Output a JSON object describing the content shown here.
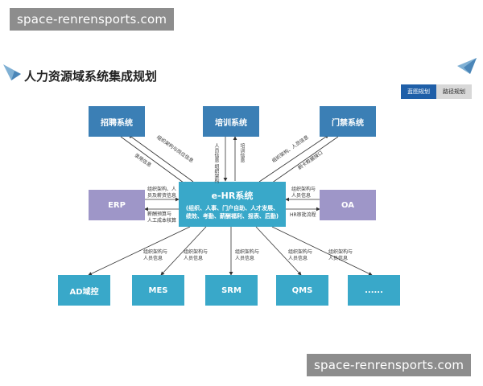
{
  "watermark": "space-renrensports.com",
  "title": "人力资源域系统集成规划",
  "tabs": [
    "蓝图规划",
    "路径规划"
  ],
  "center": {
    "title": "e-HR系统",
    "desc": "(组织、人事、门户自助、人才发展、绩效、考勤、薪酬福利、报表、后勤)"
  },
  "top_nodes": [
    "招聘系统",
    "培训系统",
    "门禁系统"
  ],
  "side_nodes": [
    "ERP",
    "OA"
  ],
  "bottom_nodes": [
    "AD域控",
    "MES",
    "SRM",
    "QMS",
    "......"
  ],
  "labels": {
    "recruit_in": "录用信息",
    "recruit_out": "组织架构与岗位信息",
    "train_in": "人员信息\n组织架构",
    "train_out": "培训信息",
    "access_in": "组织架构、人员信息",
    "access_out": "刷卡数据接口",
    "erp_out": "组织架构、人\n员及薪资信息",
    "erp_in": "薪酬预算与\n人工成本核算",
    "oa_out": "组织架构与\n人员信息",
    "oa_in": "HR审批流程",
    "bottom": "组织架构与\n人员信息"
  }
}
